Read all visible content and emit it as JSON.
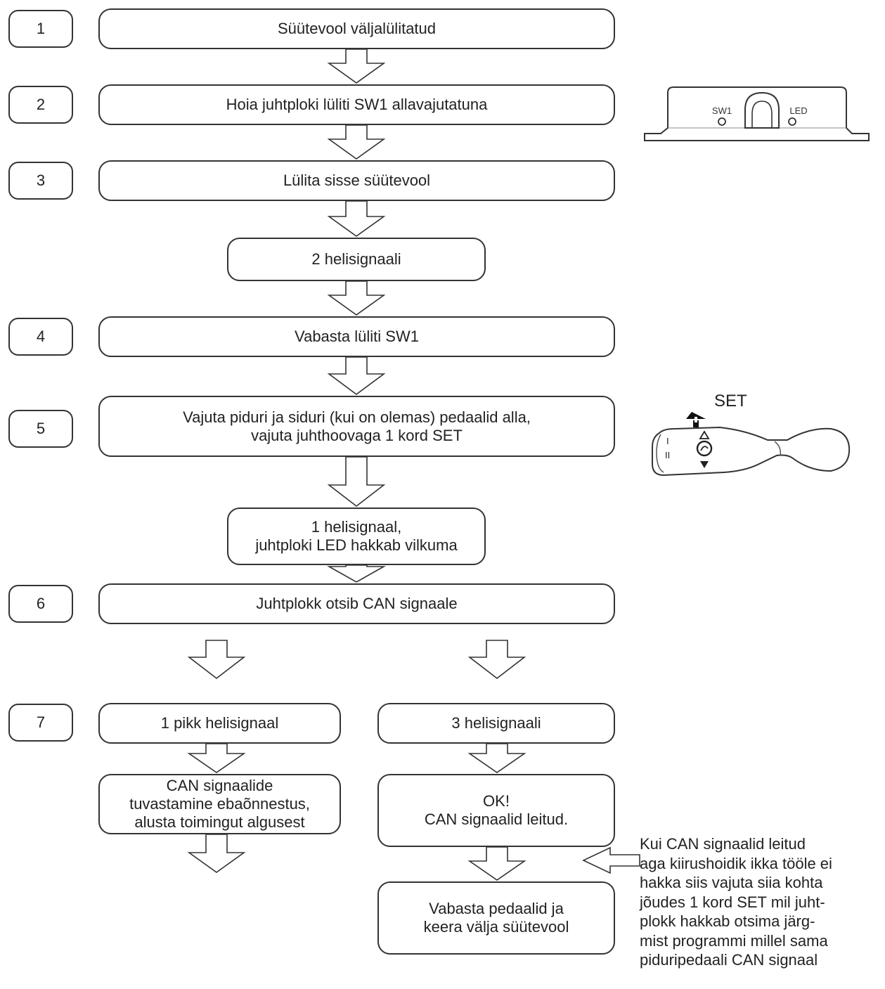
{
  "steps": [
    {
      "num": "1",
      "text": "Süütevool väljalülitatud"
    },
    {
      "num": "2",
      "text": "Hoia juhtploki lüliti SW1 allavajutatuna"
    },
    {
      "num": "3",
      "text": "Lülita sisse süütevool"
    },
    {
      "num": "",
      "text": "2 helisignaali"
    },
    {
      "num": "4",
      "text": "Vabasta lüliti SW1"
    },
    {
      "num": "5",
      "text": "Vajuta piduri ja siduri (kui on olemas) pedaalid alla,\nvajuta juhthoovaga 1 kord SET"
    },
    {
      "num": "",
      "text": "1 helisignaal,\njuhtploki LED hakkab vilkuma"
    },
    {
      "num": "6",
      "text": "Juhtplokk otsib CAN signaale"
    },
    {
      "num": "7",
      "text": ""
    }
  ],
  "branches": {
    "left": {
      "signal": "1 pikk helisignaal",
      "result": "CAN signaalide\ntuvastamine ebaõnnestus,\nalusta toimingut algusest"
    },
    "right": {
      "signal": "3 helisignaali",
      "result": "OK!\nCAN signaalid leitud.",
      "final": "Vabasta pedaalid ja\nkeera välja süütevool"
    }
  },
  "device": {
    "sw1_label": "SW1",
    "led_label": "LED"
  },
  "stalk": {
    "set_label": "SET",
    "pos1": "I",
    "pos2": "II"
  },
  "note": "Kui CAN signaalid leitud\naga kiirushoidik ikka tööle ei\nhakka siis  vajuta siia kohta\njõudes 1 kord SET mil juht-\nplokk hakkab otsima järg-\nmist programmi millel sama\npiduripedaali CAN signaal"
}
